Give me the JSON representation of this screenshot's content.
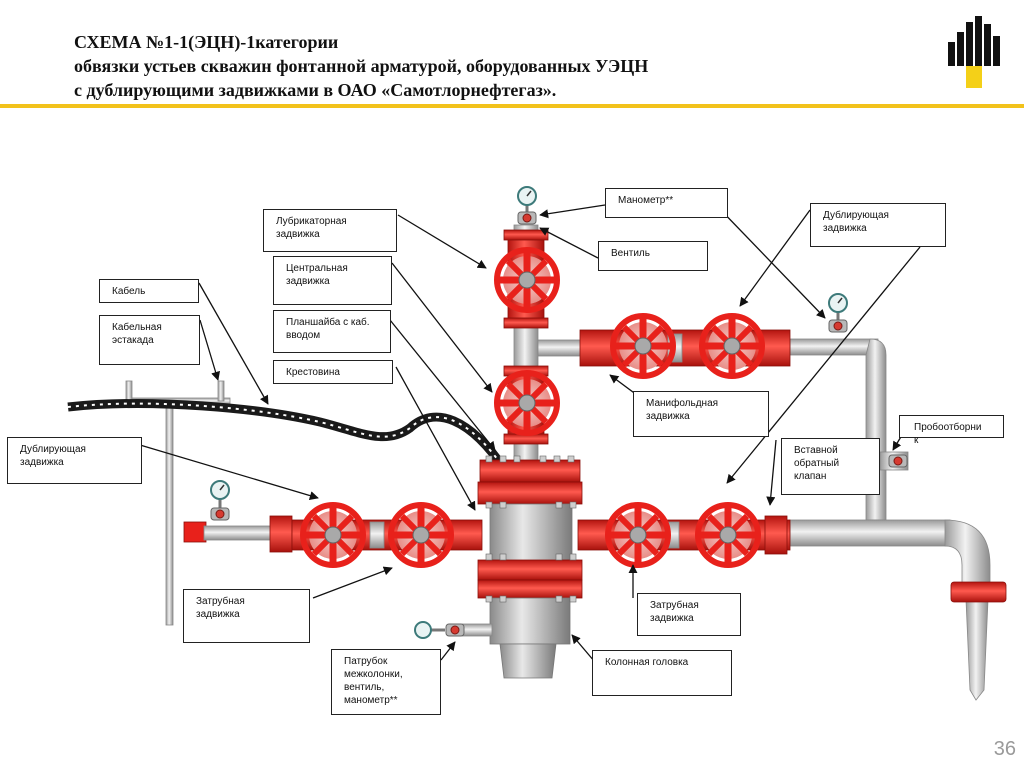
{
  "title": {
    "line1": "СХЕМА №1-1(ЭЦН)-1категории",
    "line2": "обвязки устьев скважин фонтанной арматурой, оборудованных УЭЦН",
    "line3": "с дублирующими задвижками в ОАО  «Самотлорнефтегаз»."
  },
  "labels": {
    "lubricator_valve": "Лубрикаторная\nзадвижка",
    "pressure_gauge": "Манометр**",
    "duplicating_valve_right": "Дублирующая\nзадвижка",
    "central_valve": "Центральная\nзадвижка",
    "needle_valve": "Вентиль",
    "cable": "Кабель",
    "cable_rack": "Кабельная\nэстакада",
    "cable_entry_plate": "Планшайба с каб.\nвводом",
    "cross": "Крестовина",
    "manifold_valve": "Манифольдная\nзадвижка",
    "sampler": "Пробоотборни\nк",
    "duplicating_valve_left": "Дублирующая\nзадвижка",
    "check_valve": "Вставной\nобратный\nклапан",
    "annulus_valve_left": "Затрубная\nзадвижка",
    "annulus_valve_right": "Затрубная\nзадвижка",
    "casing_head": "Колонная головка",
    "intercasing_nozzle": "Патрубок\nмежколонки,\nвентиль,\nманометр**"
  },
  "page_number": "36",
  "colors": {
    "valve_red": "#e8211b",
    "pipe_gray": "#c9c9c9",
    "logo_yellow": "#f4d018",
    "rule_yellow": "#f2c21b"
  }
}
